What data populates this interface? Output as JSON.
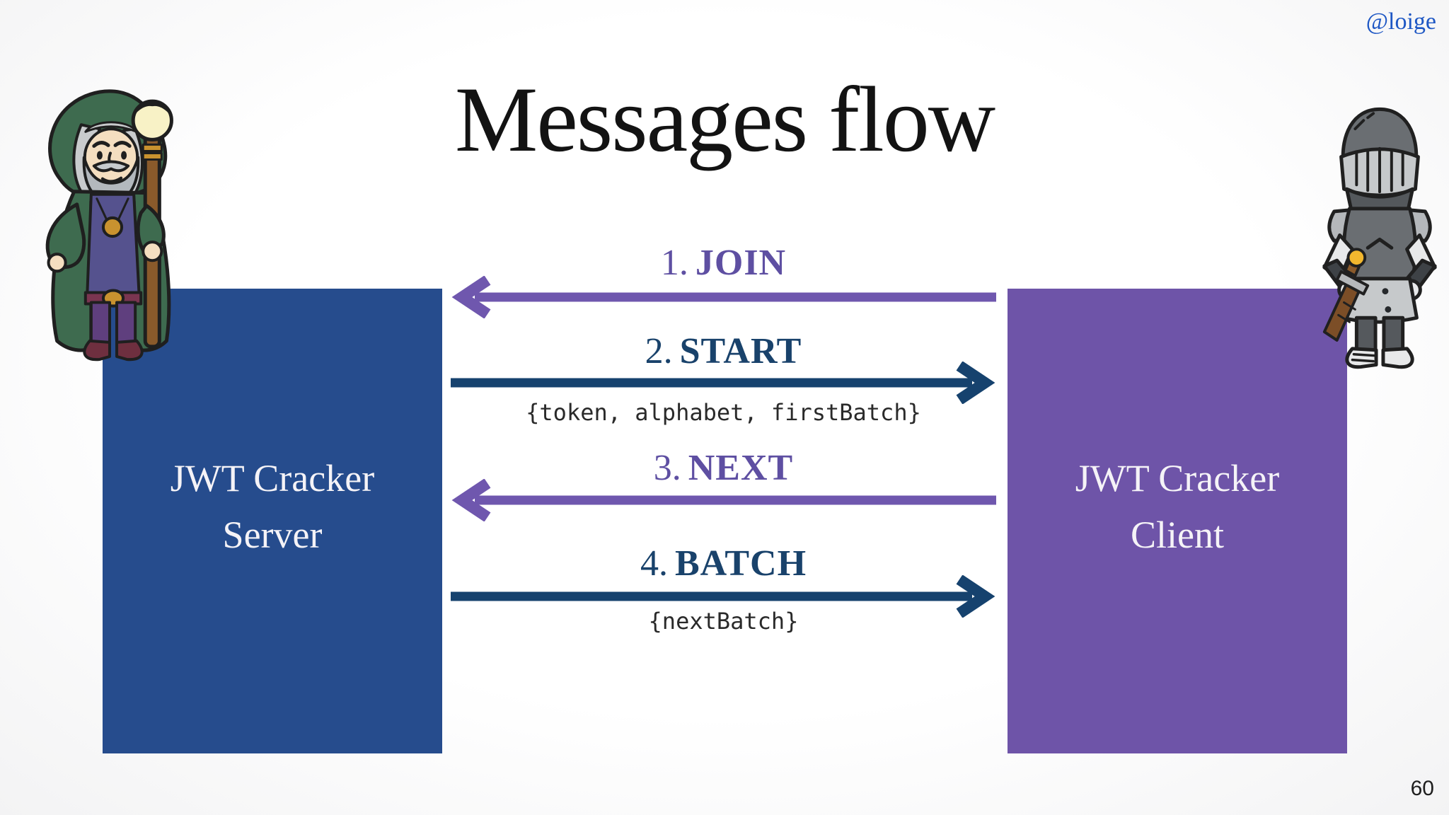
{
  "slide": {
    "handle": "@loige",
    "title": "Messages flow",
    "page_number": "60"
  },
  "server_box": {
    "line1": "JWT Cracker",
    "line2": "Server"
  },
  "client_box": {
    "line1": "JWT Cracker",
    "line2": "Client"
  },
  "messages": {
    "join": {
      "number": "1.",
      "name": "JOIN",
      "direction": "client-to-server"
    },
    "start": {
      "number": "2.",
      "name": "START",
      "direction": "server-to-client",
      "payload": "{token, alphabet, firstBatch}"
    },
    "next": {
      "number": "3.",
      "name": "NEXT",
      "direction": "client-to-server"
    },
    "batch": {
      "number": "4.",
      "name": "BATCH",
      "direction": "server-to-client",
      "payload": "{nextBatch}"
    }
  },
  "characters": {
    "left": "wizard with green hooded cloak and staff",
    "right": "knight in grey plate armor with sword"
  },
  "colors": {
    "server_box_blue": "#264C8D",
    "client_box_purple": "#6E54A8",
    "purple_arrow": "#6F57AE",
    "purple_label": "#5E4FA2",
    "navy_arrow": "#16426E",
    "navy_label": "#19426B",
    "handle_blue": "#1E57C4",
    "title_black": "#131313"
  }
}
